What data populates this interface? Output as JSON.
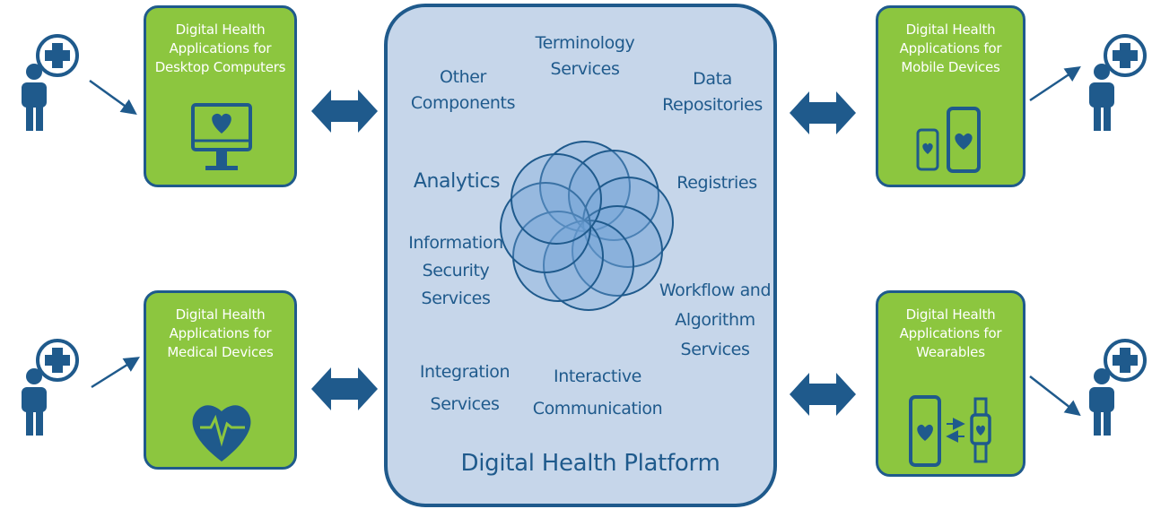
{
  "platform": {
    "title": "Digital Health Platform",
    "services": {
      "terminology": [
        "Terminology",
        "Services"
      ],
      "other": [
        "Other",
        "Components"
      ],
      "data_repositories": [
        "Data",
        "Repositories"
      ],
      "analytics": [
        "Analytics"
      ],
      "registries": [
        "Registries"
      ],
      "info_security": [
        "Information",
        "Security",
        "Services"
      ],
      "workflow": [
        "Workflow and",
        "Algorithm",
        "Services"
      ],
      "integration": [
        "Integration",
        "Services"
      ],
      "interactive": [
        "Interactive",
        "Communication"
      ]
    }
  },
  "apps": {
    "desktop": [
      "Digital Health",
      "Applications for",
      "Desktop Computers"
    ],
    "mobile": [
      "Digital Health",
      "Applications for",
      "Mobile Devices"
    ],
    "medical": [
      "Digital Health",
      "Applications for",
      "Medical Devices"
    ],
    "wearables": [
      "Digital Health",
      "Applications for",
      "Wearables"
    ]
  },
  "colors": {
    "app_box": "#8cc63f",
    "border_blue": "#1f5a8c",
    "platform_bg": "#c6d6ea",
    "text_blue": "#1f5a8c",
    "person": "#1f5a8c",
    "flower": "#6fa3d6"
  }
}
